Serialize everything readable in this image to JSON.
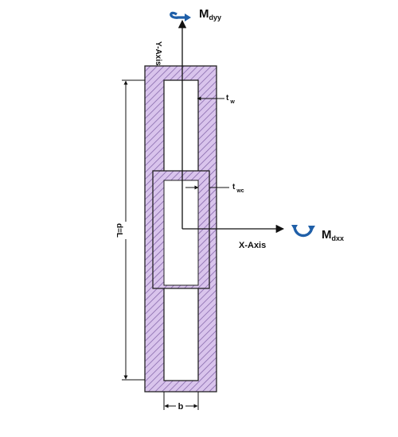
{
  "labels": {
    "m_dyy_main": "M",
    "m_dyy_sub": "dyy",
    "m_dxx_main": "M",
    "m_dxx_sub": "dxx",
    "y_axis": "Y-Axis",
    "x_axis": "X-Axis",
    "tw_main": "t",
    "tw_sub": "w",
    "twc_main": "t",
    "twc_sub": "wc",
    "d": "d=L",
    "b": "b"
  },
  "colors": {
    "hatch_fill": "#d9c4ec",
    "hatch_line": "#7b5ca3",
    "outline": "#222222",
    "moment_icon": "#1f5fa8"
  },
  "icons": {
    "moment_yy": "curved-arrow-icon",
    "moment_xx": "curved-arrow-icon"
  }
}
